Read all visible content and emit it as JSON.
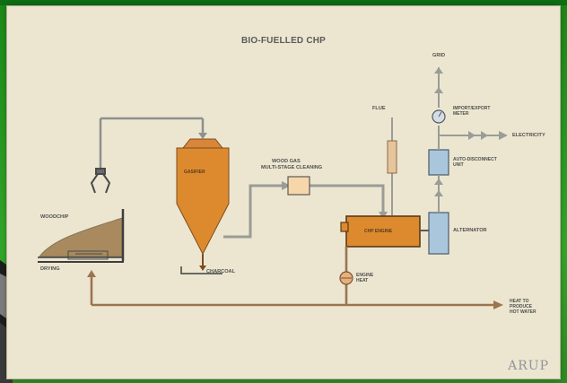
{
  "diagram": {
    "title": "BIO-FUELLED CHP",
    "labels": {
      "woodchip": "WOODCHIP",
      "drying": "DRYING",
      "gasifier": "GASIFIER",
      "charcoal": "CHARCOAL",
      "wood_gas": "WOOD GAS",
      "cleaning": "MULTI-STAGE CLEANING",
      "flue": "FLUE",
      "grid": "GRID",
      "meter_line1": "IMPORT/EXPORT",
      "meter_line2": "METER",
      "electricity": "ELECTRICITY",
      "auto_line1": "AUTO-DISCONNECT",
      "auto_line2": "UNIT",
      "alternator": "ALTERNATOR",
      "chp_engine": "CHP ENGINE",
      "engine_heat_line1": "ENGINE",
      "engine_heat_line2": "HEAT",
      "heat_line1": "HEAT TO",
      "heat_line2": "PRODUCE",
      "heat_line3": "HOT WATER"
    },
    "colors": {
      "card": "#ece6d1",
      "pipe_grey": "#9a9c96",
      "pipe_brown": "#9b7450",
      "gasifier_orange": "#dd8a2f",
      "blue_unit": "#aac6dc",
      "woodchip_pile": "#a88a5e"
    }
  },
  "watermark": "ARUP"
}
